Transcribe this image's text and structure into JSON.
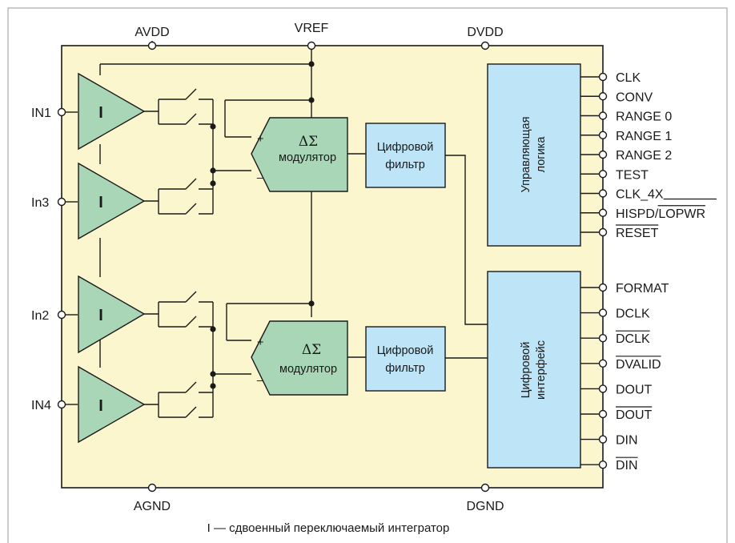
{
  "rails": {
    "avdd": "AVDD",
    "vref": "VREF",
    "dvdd": "DVDD",
    "agnd": "AGND",
    "dgnd": "DGND"
  },
  "inputs": [
    "IN1",
    "In3",
    "In2",
    "IN4"
  ],
  "integrator_symbol": "I",
  "modulators": [
    {
      "symbol": "ΔΣ",
      "label": "модулятор",
      "plus": "+",
      "minus": "_"
    },
    {
      "symbol": "ΔΣ",
      "label": "модулятор",
      "plus": "+",
      "minus": "_"
    }
  ],
  "filters": [
    {
      "line1": "Цифровой",
      "line2": "фильтр"
    },
    {
      "line1": "Цифровой",
      "line2": "фильтр"
    }
  ],
  "control_logic": {
    "line1": "Управляющая",
    "line2": "логика"
  },
  "digital_interface": {
    "line1": "Цифровой",
    "line2": "интерфейс"
  },
  "control_pins": [
    {
      "label": "CLK",
      "overline": false
    },
    {
      "label": "CONV",
      "overline": false
    },
    {
      "label": "RANGE 0",
      "overline": false
    },
    {
      "label": "RANGE 1",
      "overline": false
    },
    {
      "label": "RANGE 2",
      "overline": false
    },
    {
      "label": "TEST",
      "overline": false
    },
    {
      "label": "CLK_4X",
      "overline": false
    },
    {
      "label": "HISPD/LOPWR",
      "overline": false
    },
    {
      "label": "RESET",
      "overline": true
    }
  ],
  "interface_pins": [
    {
      "label": "FORMAT",
      "overline": false
    },
    {
      "label": "DCLK",
      "overline": false
    },
    {
      "label": "DCLK",
      "overline": true
    },
    {
      "label": "DVALID",
      "overline": true
    },
    {
      "label": "DOUT",
      "overline": false
    },
    {
      "label": "DOUT",
      "overline": true
    },
    {
      "label": "DIN",
      "overline": false
    },
    {
      "label": "DIN",
      "overline": true
    }
  ],
  "caption": "I — сдвоенный переключаемый интегратор",
  "colors": {
    "chip_body": "#fcf6cf",
    "amplifier": "#aad6b8",
    "modulator": "#aad6b8",
    "filter": "#bde4f7",
    "logic": "#bde4f7",
    "outline": "#1a1a1a"
  }
}
